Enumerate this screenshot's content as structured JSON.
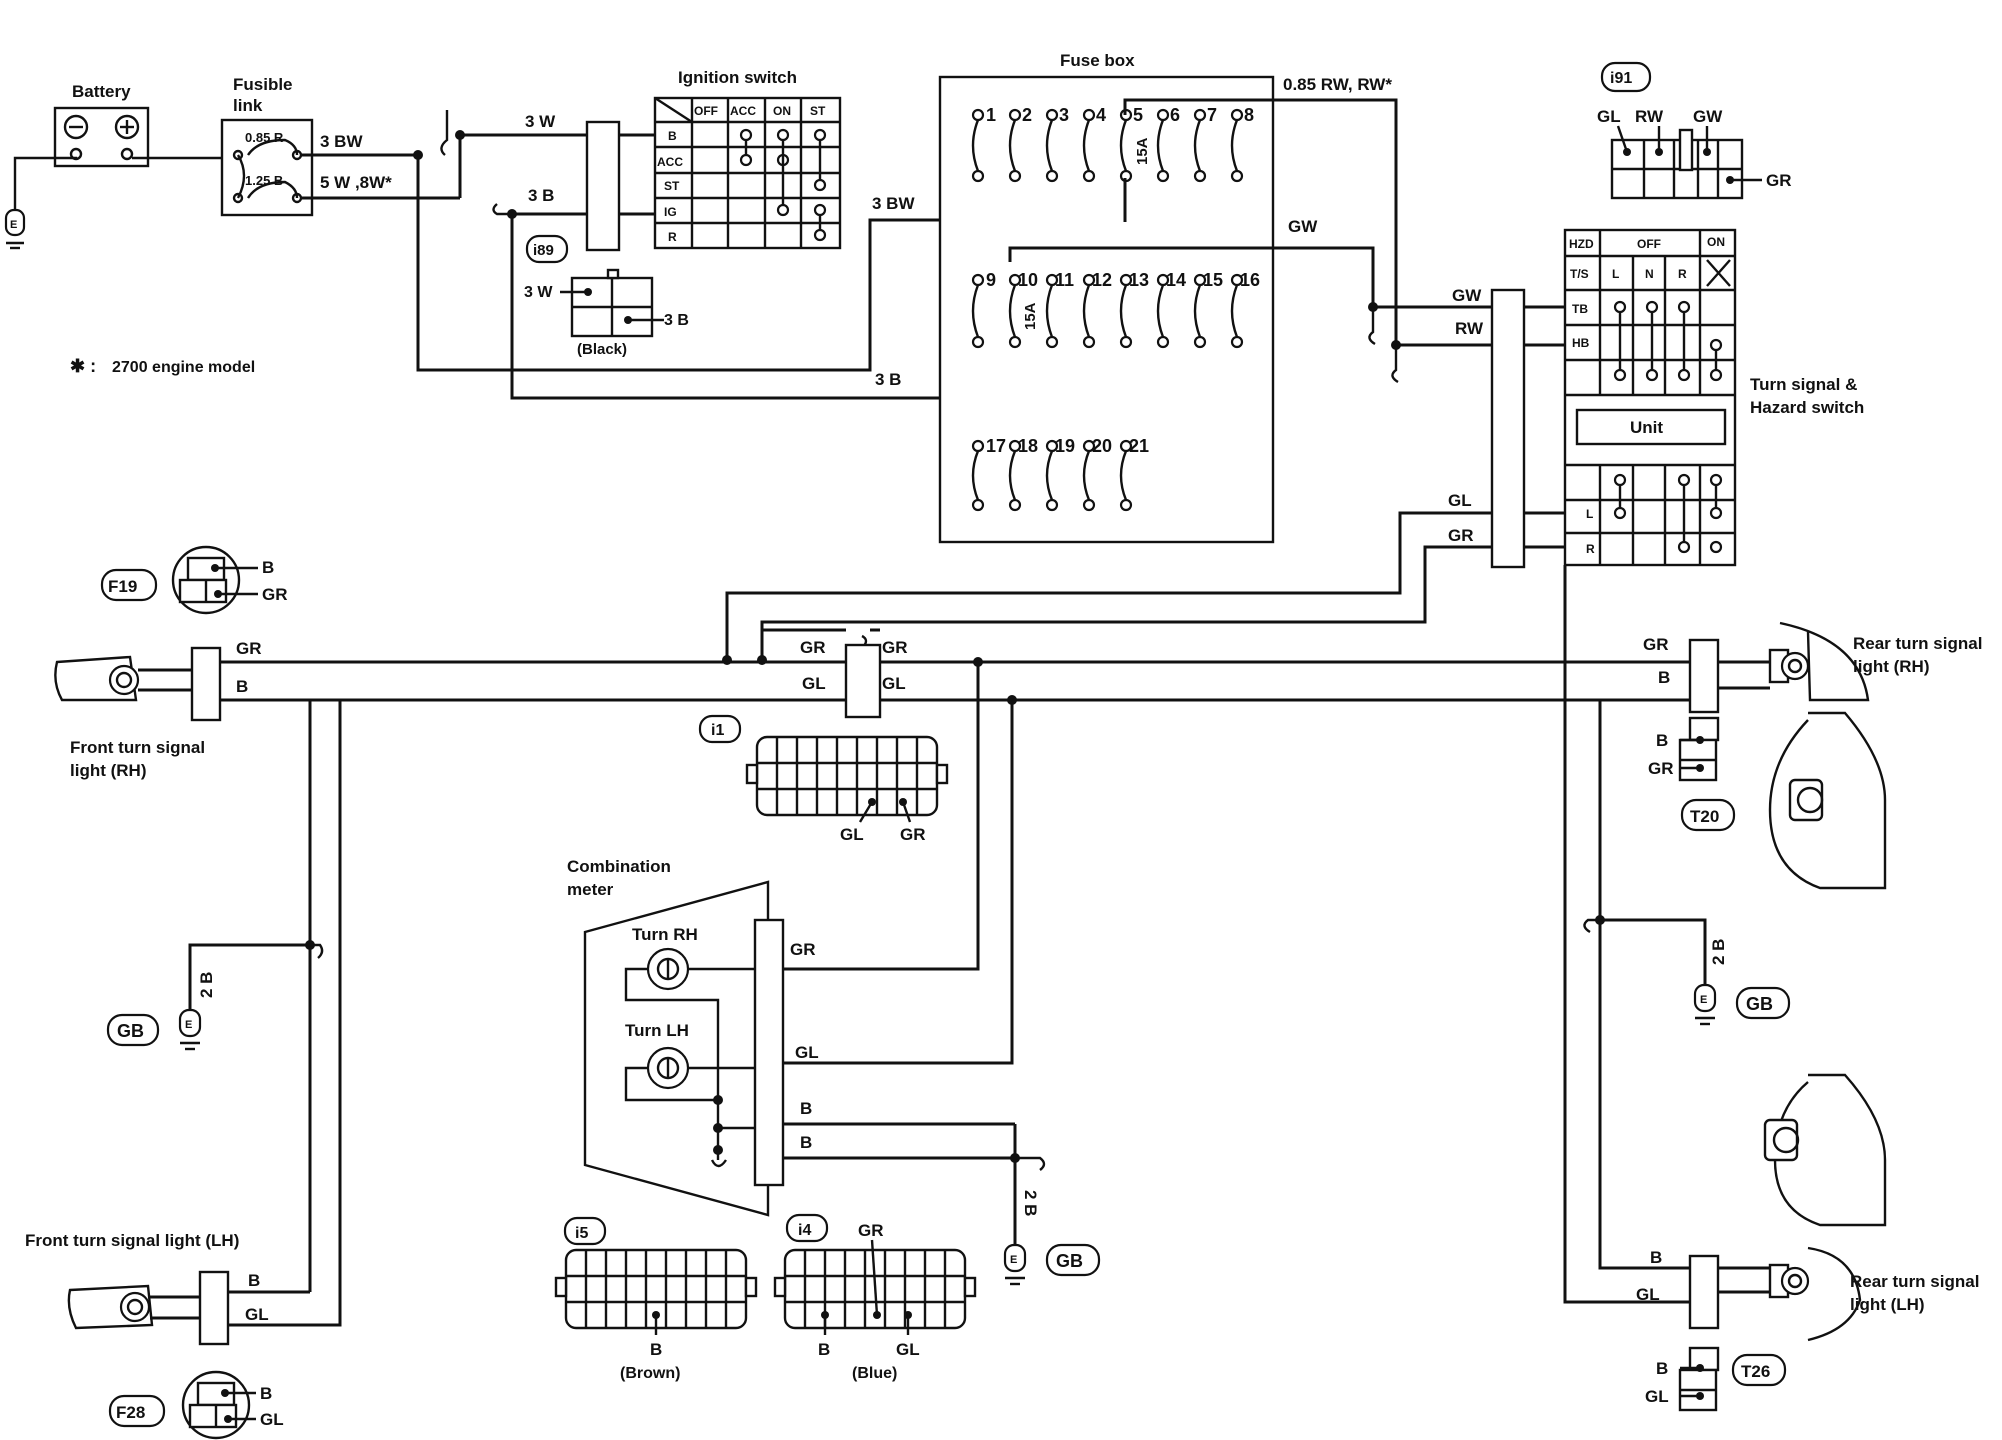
{
  "battery": {
    "label": "Battery"
  },
  "fusible_link": {
    "label1": "Fusible",
    "label2": "link",
    "r1": "0.85 R",
    "r2": "1.25 B"
  },
  "wires": {
    "w_3bw": "3 BW",
    "w_5w": "5 W ,8W*",
    "w_3w": "3 W",
    "w_3b": "3 B",
    "w_3bw2": "3 BW",
    "w_3b_bottom": "3 B",
    "w_rw_top": "0.85 RW, RW*",
    "w_gw": "GW",
    "w_gw2": "GW",
    "w_rw": "RW",
    "w_gl": "GL",
    "w_gr": "GR",
    "gr": "GR",
    "b": "B",
    "gl": "GL",
    "two_b": "2 B"
  },
  "ignition": {
    "title": "Ignition switch",
    "cols": [
      "OFF",
      "ACC",
      "ON",
      "ST"
    ],
    "rows": [
      "B",
      "ACC",
      "ST",
      "IG",
      "R"
    ]
  },
  "fuse_box": {
    "title": "Fuse box",
    "row1": [
      "1",
      "2",
      "3",
      "4",
      "5",
      "6",
      "7",
      "8"
    ],
    "row2": [
      "9",
      "10",
      "11",
      "12",
      "13",
      "14",
      "15",
      "16"
    ],
    "row3": [
      "17",
      "18",
      "19",
      "20",
      "21"
    ],
    "rating": "15A"
  },
  "connectors": {
    "i89": "i89",
    "i89_w": "3 W",
    "i89_b": "3 B",
    "i89_color": "(Black)",
    "i91": "i91",
    "i91_gl": "GL",
    "i91_rw": "RW",
    "i91_gw": "GW",
    "i91_gr": "GR",
    "f19": "F19",
    "f28": "F28",
    "i1": "i1",
    "i4": "i4",
    "i5": "i5",
    "i4_color": "(Blue)",
    "i5_color": "(Brown)",
    "t20": "T20",
    "t26": "T26",
    "gb": "GB",
    "e": "E"
  },
  "hazard_switch": {
    "title1": "Turn signal &",
    "title2": "Hazard switch",
    "hzd": "HZD",
    "off": "OFF",
    "on": "ON",
    "ts": "T/S",
    "l": "L",
    "n": "N",
    "r": "R",
    "tb": "TB",
    "hb": "HB",
    "unit": "Unit"
  },
  "lights": {
    "front_rh1": "Front turn signal",
    "front_rh2": "light (RH)",
    "front_lh": "Front turn signal light (LH)",
    "rear_rh1": "Rear turn signal",
    "rear_rh2": "light (RH)",
    "rear_lh1": "Rear turn signal",
    "rear_lh2": "light (LH)"
  },
  "meter": {
    "title1": "Combination",
    "title2": "meter",
    "turn_rh": "Turn RH",
    "turn_lh": "Turn LH"
  },
  "note": {
    "star": "✱ :",
    "text": "2700 engine model"
  }
}
